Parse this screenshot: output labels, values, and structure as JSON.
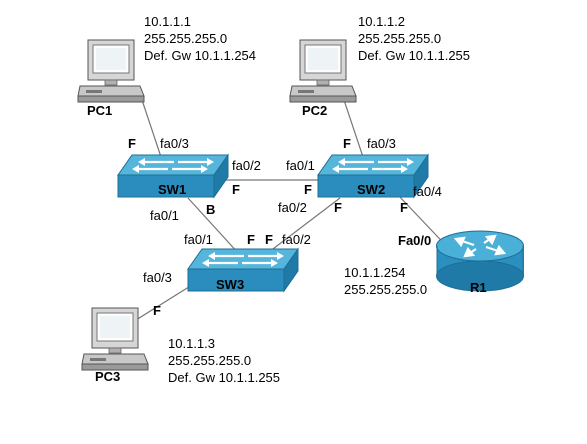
{
  "devices": {
    "pc1": {
      "label": "PC1",
      "ip": "10.1.1.1",
      "mask": "255.255.255.0",
      "gw": "Def. Gw 10.1.1.254"
    },
    "pc2": {
      "label": "PC2",
      "ip": "10.1.1.2",
      "mask": "255.255.255.0",
      "gw": "Def. Gw 10.1.1.255"
    },
    "pc3": {
      "label": "PC3",
      "ip": "10.1.1.3",
      "mask": "255.255.255.0",
      "gw": "Def. Gw 10.1.1.255"
    },
    "sw1": {
      "label": "SW1"
    },
    "sw2": {
      "label": "SW2"
    },
    "sw3": {
      "label": "SW3"
    },
    "r1": {
      "label": "R1",
      "ip": "10.1.1.254",
      "mask": "255.255.255.0"
    }
  },
  "ports": {
    "sw1_pc1_port": "fa0/3",
    "sw1_pc1_state": "F",
    "sw1_sw2_port": "fa0/2",
    "sw1_sw2_state": "F",
    "sw2_sw1_port": "fa0/1",
    "sw2_sw1_state": "F",
    "sw2_pc2_port": "fa0/3",
    "sw2_pc2_state": "F",
    "sw2_r1_port": "fa0/4",
    "sw2_r1_state": "F",
    "sw2_sw3_port": "fa0/2",
    "sw2_sw3_state": "F",
    "sw1_sw3_port": "fa0/1",
    "sw1_sw3_state": "B",
    "sw3_sw1_port": "fa0/1",
    "sw3_sw1_state": "F",
    "sw3_sw2_port": "fa0/2",
    "sw3_sw2_state": "F",
    "sw3_pc3_port": "fa0/3",
    "sw3_pc3_state": "F",
    "r1_port": "Fa0/0"
  },
  "colors": {
    "switch_top": "#4fb0d6",
    "switch_front": "#2a8ab8",
    "router": "#2b8fc0",
    "pc_body": "#c8c8c8",
    "link": "#7a7a7a"
  }
}
